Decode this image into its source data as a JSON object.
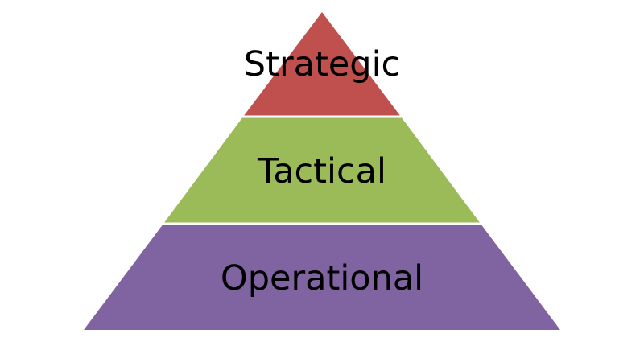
{
  "pyramid": {
    "tiers": [
      {
        "label": "Strategic",
        "color": "#c0504d"
      },
      {
        "label": "Tactical",
        "color": "#9bbb59"
      },
      {
        "label": "Operational",
        "color": "#8064a2"
      }
    ],
    "separator_color": "#ffffff"
  }
}
